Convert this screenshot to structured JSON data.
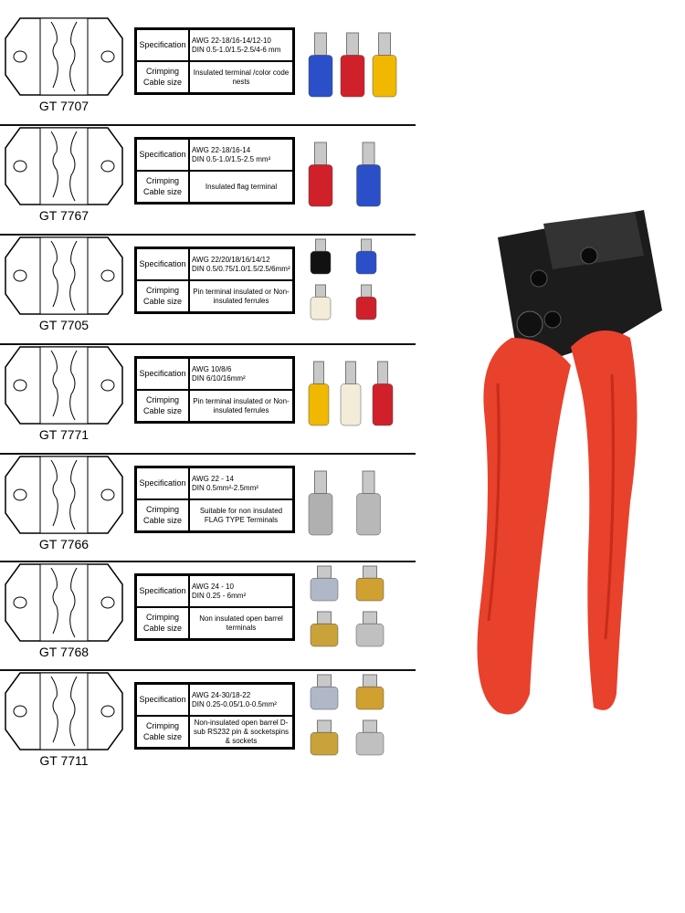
{
  "spec_header": "Specification",
  "crimp_header": "Crimping Cable size",
  "colors": {
    "handle": "#e8412c",
    "head": "#1a1a1a",
    "nest_red": "#e0101a",
    "nest_blue": "#1a3fc0",
    "nest_yellow": "#f0c800"
  },
  "dies": [
    {
      "model": "GT 7707",
      "spec_lines": [
        "AWG 22-18/16-14/12-10",
        "DIN 0.5-1.0/1.5-2.5/4-6 mm"
      ],
      "crimp": "Insulated terminal /color code nests",
      "products": [
        "ring-terminal-blue",
        "flag-terminal-red",
        "fork-terminal-yellow"
      ]
    },
    {
      "model": "GT 7767",
      "spec_lines": [
        "AWG 22-18/16-14",
        "DIN 0.5-1.0/1.5-2.5 mm²"
      ],
      "crimp": "Insulated flag terminal",
      "products": [
        "flag-terminal-red",
        "flag-terminal-blue"
      ]
    },
    {
      "model": "GT 7705",
      "spec_lines": [
        "AWG 22/20/18/16/14/12",
        "DIN 0.5/0.75/1.0/1.5/2.5/6mm²"
      ],
      "crimp": "Pin terminal insulated or Non-insulated ferrules",
      "products": [
        "ferrule-black",
        "ferrule-blue",
        "ferrule-white",
        "ferrule-red"
      ]
    },
    {
      "model": "GT 7771",
      "spec_lines": [
        "AWG 10/8/6",
        "DIN 6/10/16mm²"
      ],
      "crimp": "Pin terminal insulated or Non-insulated ferrules",
      "products": [
        "ferrule-yellow",
        "ferrule-white",
        "ferrule-red"
      ]
    },
    {
      "model": "GT 7766",
      "spec_lines": [
        "AWG  22 - 14",
        "DIN 0.5mm²-2.5mm²"
      ],
      "crimp": "Suitable for non insulated FLAG TYPE Terminals",
      "products": [
        "flag-strip",
        "flag-terminal-metal"
      ]
    },
    {
      "model": "GT 7768",
      "spec_lines": [
        "AWG  24 - 10",
        "DIN  0.25 - 6mm²"
      ],
      "crimp": "Non insulated open barrel terminals",
      "products": [
        "spade-male",
        "pin-terminal",
        "female-terminal-brass",
        "female-terminal-silver"
      ]
    },
    {
      "model": "GT 7711",
      "spec_lines": [
        "AWG 24-30/18-22",
        "DIN 0.25-0.05/1.0-0.5mm²"
      ],
      "crimp": "Non-insulated open barrel D-sub RS232 pin & socketspins & sockets",
      "products": [
        "spade-male",
        "pin-terminal",
        "female-terminal-brass",
        "female-terminal-silver"
      ]
    }
  ]
}
